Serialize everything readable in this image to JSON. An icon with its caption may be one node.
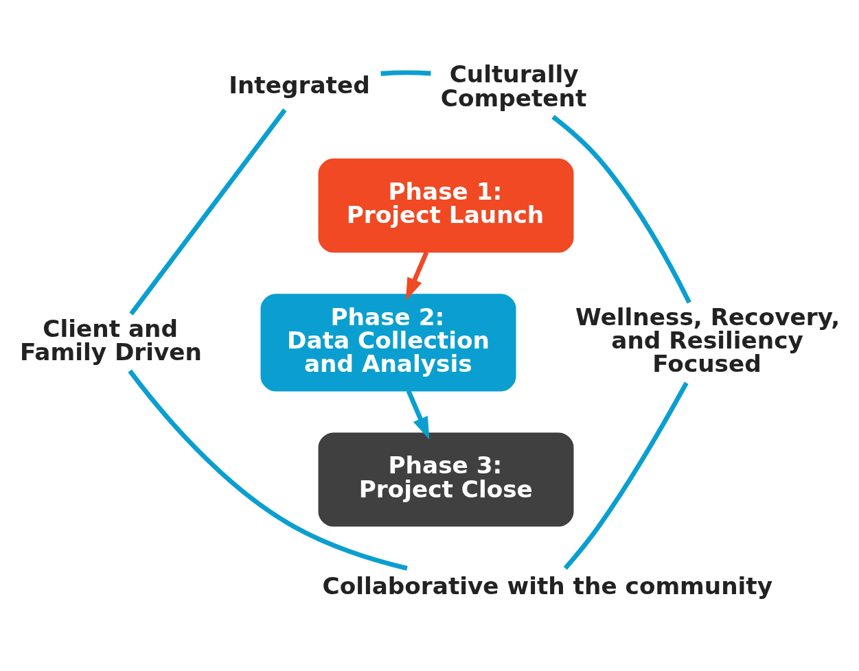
{
  "diagram": {
    "nodes": [
      {
        "text": [
          "Integrated"
        ]
      },
      {
        "text": [
          "Culturally Competent"
        ]
      },
      {
        "text": [
          "Wellness, Recovery, and Resiliency Focused"
        ]
      },
      {
        "text": [
          "Collaborative with the community"
        ]
      },
      {
        "text": [
          "Client and Family Driven"
        ]
      },
      {
        "text": [
          "Phase 1: Project Launch"
        ]
      },
      {
        "text": [
          "Phase 2: Data Collection and Analysis"
        ]
      },
      {
        "text": [
          "Phase 3: Project Close"
        ]
      }
    ],
    "edges": [
      {
        "from": 0,
        "to": 1,
        "arrow": "none"
      },
      {
        "from": 1,
        "to": 2,
        "arrow": "none"
      },
      {
        "from": 2,
        "to": 3,
        "arrow": "none"
      },
      {
        "from": 3,
        "to": 4,
        "arrow": "none"
      },
      {
        "from": 4,
        "to": 0,
        "arrow": "none"
      },
      {
        "from": 5,
        "to": 6,
        "arrow": "to",
        "color": "#f04923"
      },
      {
        "from": 6,
        "to": 7,
        "arrow": "to"
      }
    ]
  }
}
